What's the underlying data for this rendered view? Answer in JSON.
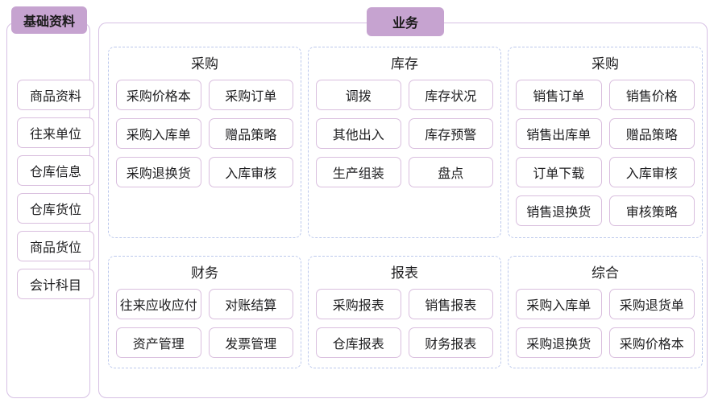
{
  "sidebar": {
    "title": "基础资料",
    "items": [
      "商品资料",
      "往来单位",
      "仓库信息",
      "仓库货位",
      "商品货位",
      "会计科目"
    ]
  },
  "main": {
    "title": "业务",
    "groups": [
      {
        "title": "采购",
        "items": [
          "采购价格本",
          "采购订单",
          "采购入库单",
          "赠品策略",
          "采购退换货",
          "入库审核"
        ]
      },
      {
        "title": "库存",
        "items": [
          "调拨",
          "库存状况",
          "其他出入",
          "库存预警",
          "生产组装",
          "盘点"
        ]
      },
      {
        "title": "采购",
        "items": [
          "销售订单",
          "销售价格",
          "销售出库单",
          "赠品策略",
          "订单下载",
          "入库审核",
          "销售退换货",
          "审核策略"
        ]
      },
      {
        "title": "财务",
        "items": [
          "往来应收应付",
          "对账结算",
          "资产管理",
          "发票管理"
        ]
      },
      {
        "title": "报表",
        "items": [
          "采购报表",
          "销售报表",
          "仓库报表",
          "财务报表"
        ]
      },
      {
        "title": "综合",
        "items": [
          "采购入库单",
          "采购退货单",
          "采购退换货",
          "采购价格本"
        ]
      }
    ]
  },
  "colors": {
    "badge_bg": "#c6a3d0",
    "panel_border": "#d6c0e4",
    "node_border": "#d9bede",
    "group_dashed_border": "#bcc8ec",
    "text": "#1d1d1f",
    "background": "#ffffff"
  }
}
